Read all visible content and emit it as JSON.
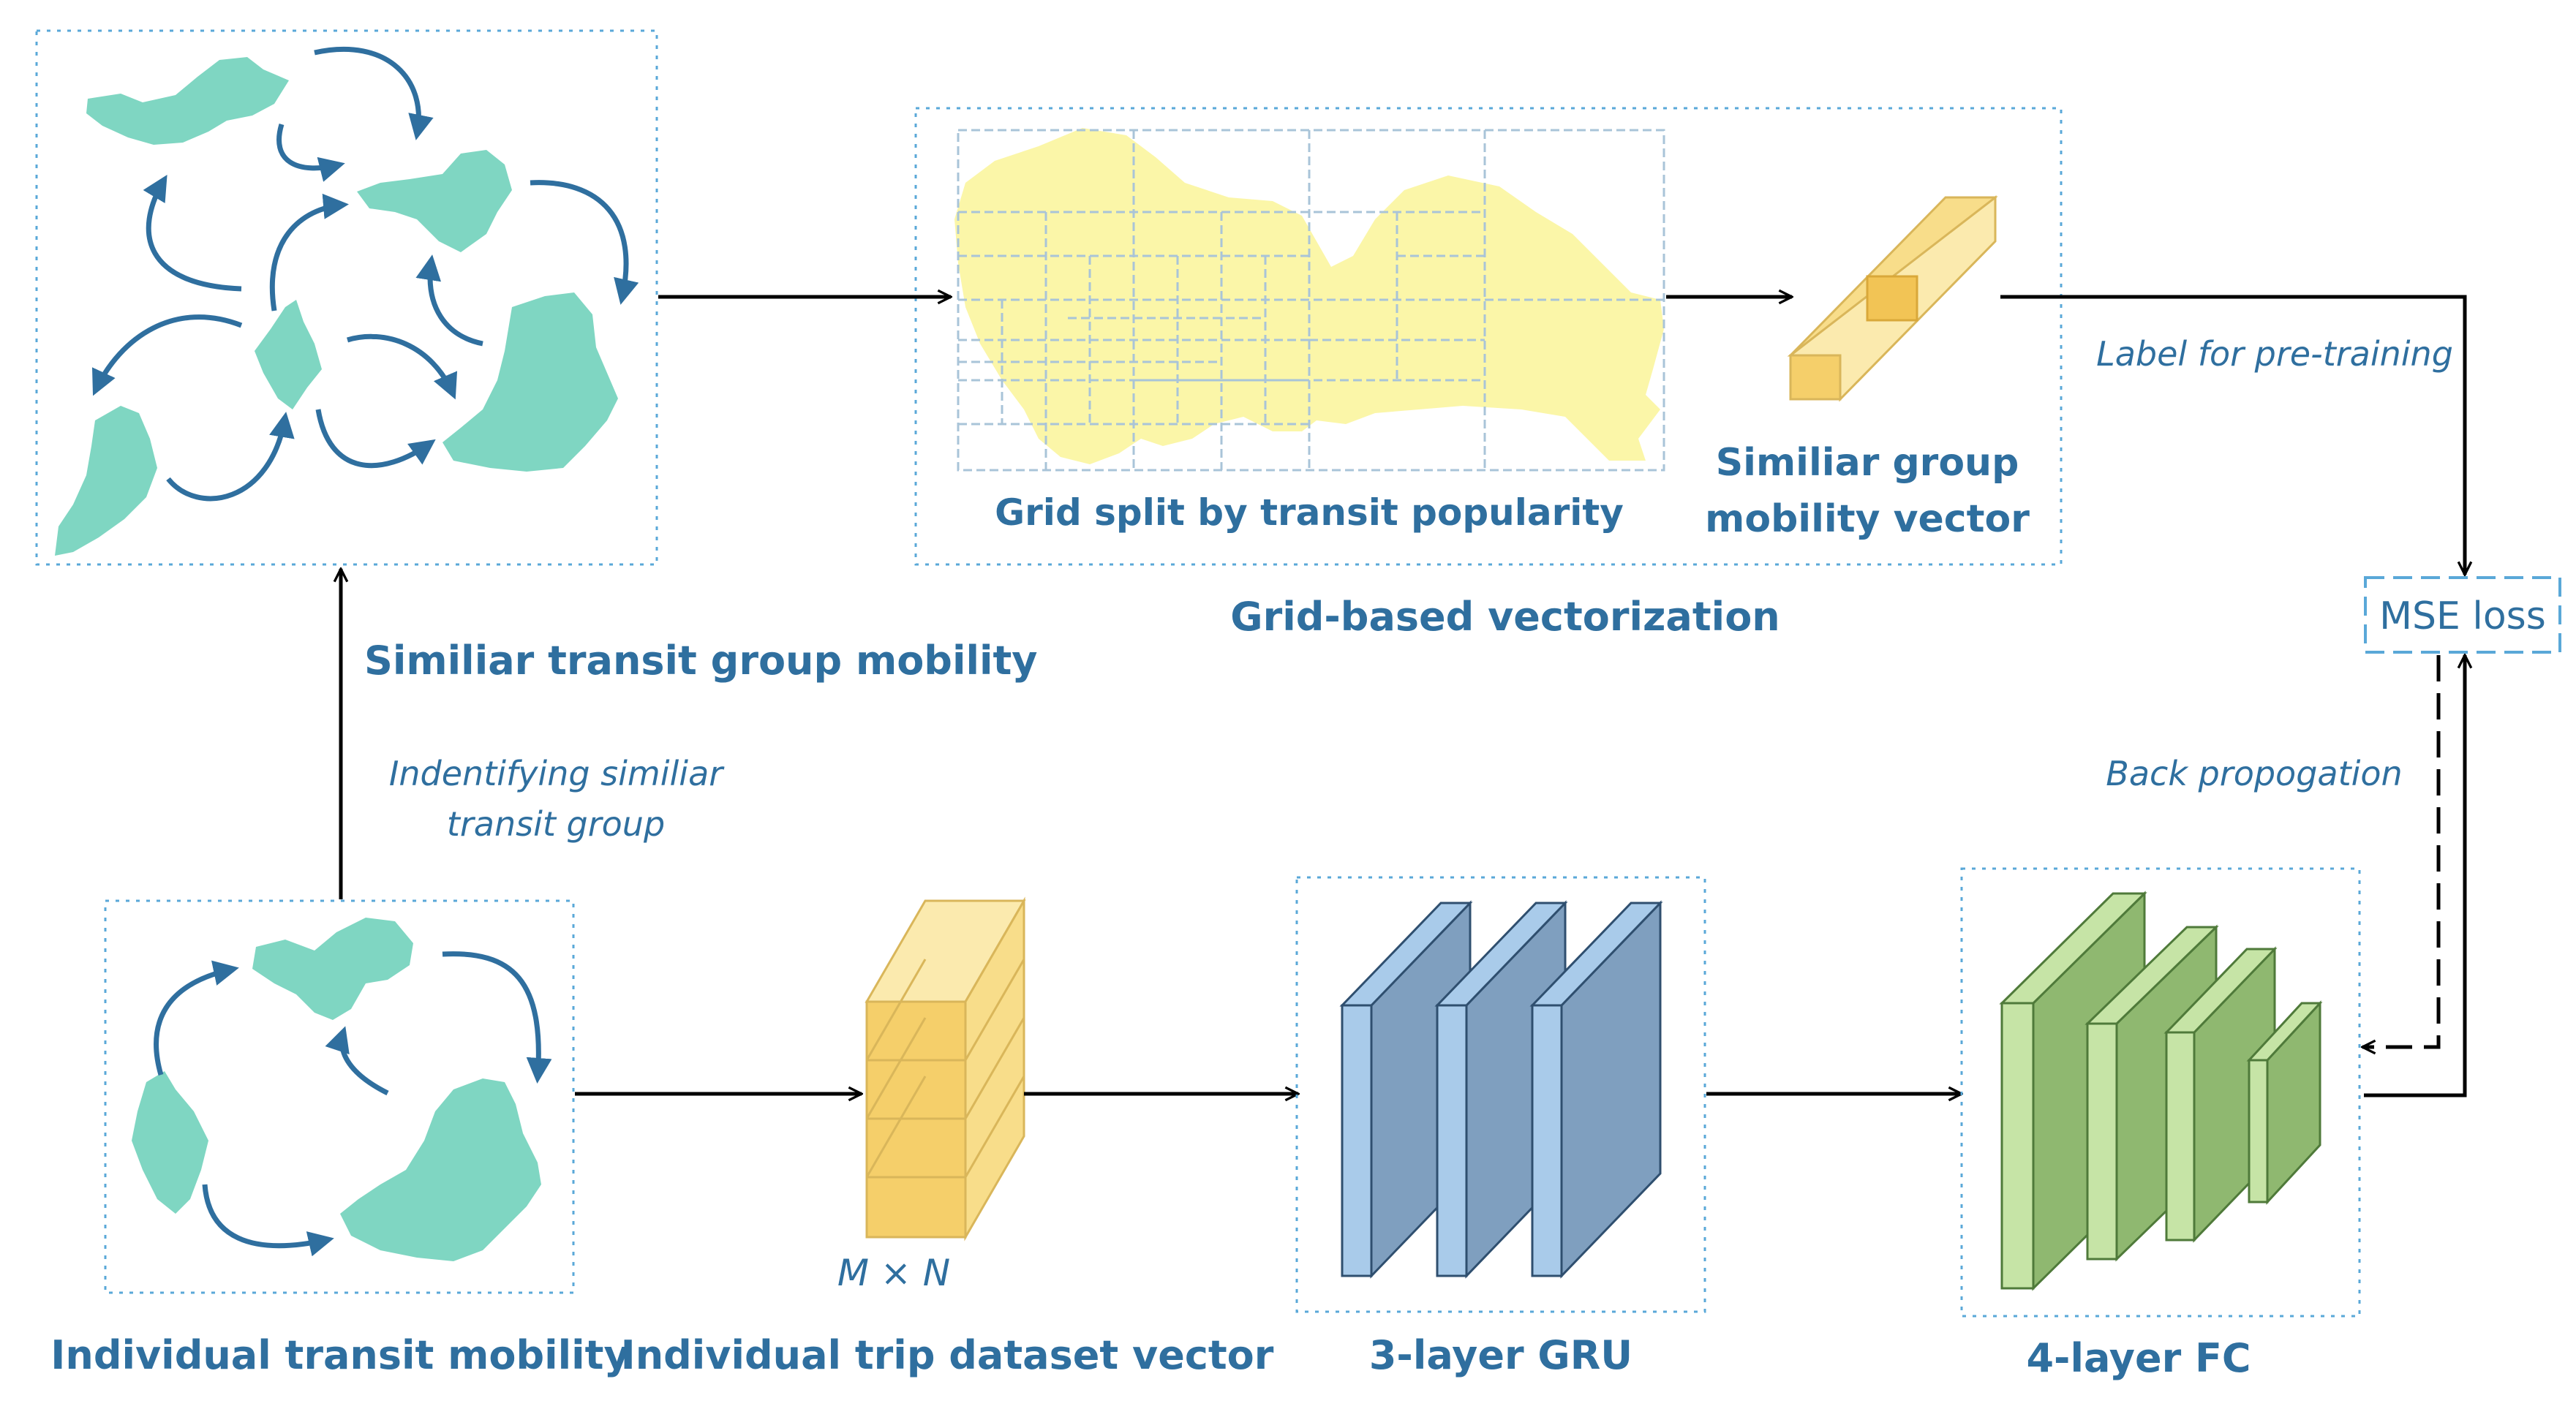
{
  "labels": {
    "similar_group_mobility": "Similiar transit group mobility",
    "grid_split": "Grid split by transit popularity",
    "grid_vectorization": "Grid-based vectorization",
    "group_vector_line1": "Similiar group",
    "group_vector_line2": "mobility vector",
    "label_pretraining": "Label for pre-training",
    "mse_loss": "MSE loss",
    "identify_line1": "Indentifying similiar",
    "identify_line2": "transit group",
    "back_propagation": "Back propogation",
    "individual_mobility": "Individual transit mobility",
    "trip_vector": "Individual trip dataset vector",
    "matrix_dims": "M × N",
    "gru": "3-layer GRU",
    "fc": "4-layer FC"
  },
  "colors": {
    "label_blue": "#2f6f9f",
    "dash_blue": "#5aa8d8",
    "region_teal": "#7fd6c2",
    "vector_yellow": "#f8dd8a",
    "gru_blue": "#7f9fbf",
    "fc_green": "#8fb870",
    "map_yellow": "#fbf6a8"
  }
}
